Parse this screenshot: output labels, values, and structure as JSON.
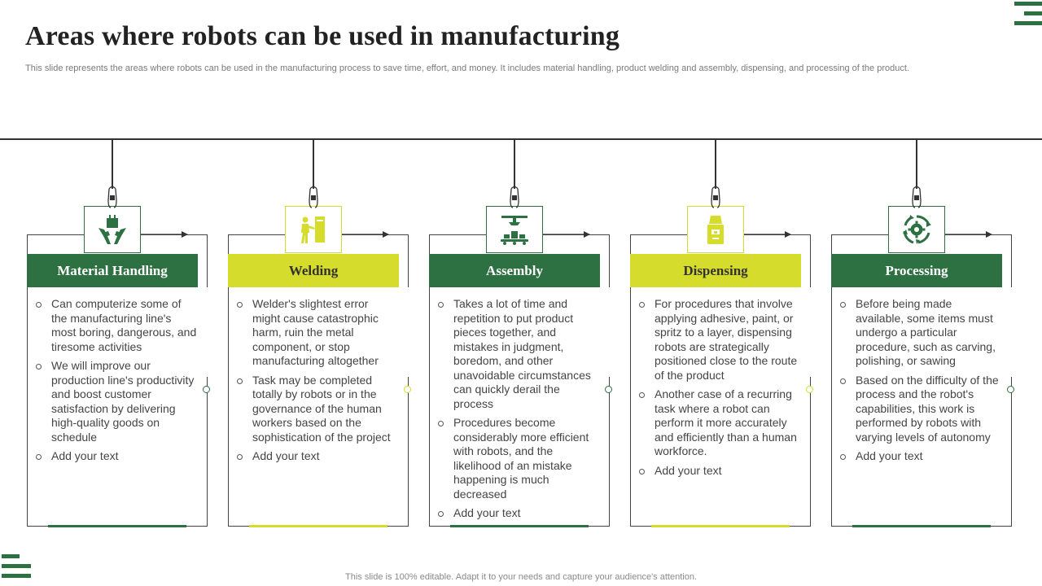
{
  "slide": {
    "title": "Areas where robots can be used in manufacturing",
    "subtitle": "This slide represents the areas where robots can be used in the manufacturing process to save time, effort,  and money. It includes material handling, product welding and assembly, dispensing, and processing of the product.",
    "footer": "This slide is 100% editable. Adapt it to your needs and capture your audience's attention."
  },
  "colors": {
    "green": "#2d7041",
    "lime": "#d5dc2c"
  },
  "cards": [
    {
      "title": "Material Handling",
      "color": "green",
      "icon": "hands-box-icon",
      "bullets": [
        "Can computerize some of the manufacturing line's most boring, dangerous, and tiresome activities",
        "We will improve our production line's productivity and boost customer satisfaction by delivering  high-quality goods on schedule",
        "Add your text"
      ]
    },
    {
      "title": "Welding",
      "color": "lime",
      "icon": "welder-icon",
      "bullets": [
        "Welder's slightest error might cause catastrophic harm, ruin the metal component, or stop manufacturing altogether",
        "Task may be completed totally by robots or in the governance of the human workers based on the sophistication of the project",
        "Add your text"
      ]
    },
    {
      "title": "Assembly",
      "color": "green",
      "icon": "assembly-line-icon",
      "bullets": [
        "Takes a lot of time and repetition to put product pieces together, and mistakes in judgment, boredom, and other unavoidable circumstances can quickly derail the process",
        "Procedures become considerably more efficient with robots, and the likelihood  of an mistake happening is much decreased",
        "Add your text"
      ]
    },
    {
      "title": "Dispensing",
      "color": "lime",
      "icon": "dispenser-icon",
      "bullets": [
        "For procedures that involve applying adhesive, paint, or spritz to a layer, dispensing robots are strategically positioned close to the route of the product",
        "Another case of a recurring task where a robot can perform it more accurately and efficiently than a human workforce.",
        "Add your text"
      ]
    },
    {
      "title": "Processing",
      "color": "green",
      "icon": "gear-cycle-icon",
      "bullets": [
        "Before being made available,  some items must undergo a particular procedure, such as carving, polishing, or sawing",
        "Based on the difficulty of the process and the robot's capabilities, this work is performed by robots with varying levels of autonomy",
        "Add your text"
      ]
    }
  ]
}
